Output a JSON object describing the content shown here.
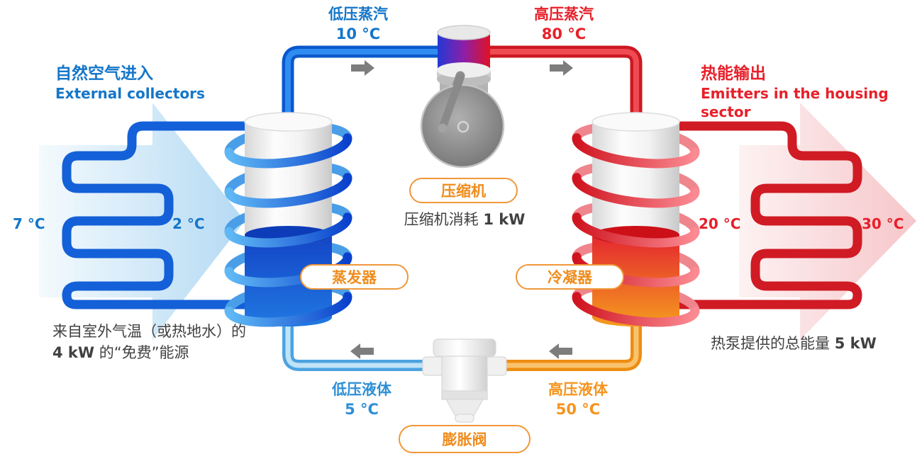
{
  "labels": {
    "low_pressure_vapor": {
      "name": "低压蒸汽",
      "temp": "10 °C"
    },
    "high_pressure_vapor": {
      "name": "高压蒸汽",
      "temp": "80 °C"
    },
    "air_in": {
      "zh": "自然空气进入",
      "en": "External collectors"
    },
    "heat_out": {
      "zh": "热能输出",
      "en": "Emitters in the housing sector"
    },
    "compressor": "压缩机",
    "compressor_note": {
      "prefix": "压缩机消耗 ",
      "value": "1 kW"
    },
    "evaporator": "蒸发器",
    "condenser": "冷凝器",
    "expansion_valve": "膨胀阀",
    "low_pressure_liquid": {
      "name": "低压液体",
      "temp": "5 °C"
    },
    "high_pressure_liquid": {
      "name": "高压液体",
      "temp": "50 °C"
    },
    "free_energy": {
      "line1": "来自室外气温（或热地水）的",
      "bold": "4 kW",
      "rest": " 的“免费”能源"
    },
    "total_energy": {
      "prefix": "热泵提供的总能量 ",
      "value": "5 kW"
    },
    "temps": {
      "air_inlet": "7 °C",
      "air_outlet": "2 °C",
      "house_inlet": "20 °C",
      "house_outlet": "30 °C"
    }
  },
  "colors": {
    "cold_blue": "#1576c8",
    "hot_red": "#e7202a",
    "liquid_blue": "#2e8fd5",
    "liquid_orange": "#f5941e",
    "label_orange": "#ef8c1c",
    "pipe_blue": "#0a58cc",
    "pipe_red": "#cc1822",
    "text_dark": "#404040"
  }
}
